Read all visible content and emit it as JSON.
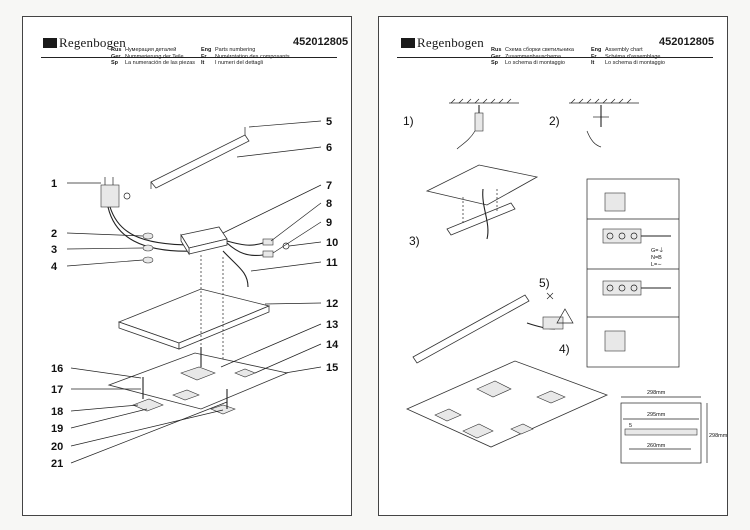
{
  "left_page": {
    "brand": "Regenbogen",
    "article": "452012805",
    "languages_left": [
      {
        "code": "Rus",
        "text": "Нумерация деталей"
      },
      {
        "code": "Ger",
        "text": "Nummerierung der Teile"
      },
      {
        "code": "Sp",
        "text": "La numeración de las piezas"
      }
    ],
    "languages_right": [
      {
        "code": "Eng",
        "text": "Parts numbering"
      },
      {
        "code": "Fr",
        "text": "Numérotation des composants"
      },
      {
        "code": "It",
        "text": "I numeri del dettagli"
      }
    ],
    "part_numbers": [
      "1",
      "2",
      "3",
      "4",
      "5",
      "6",
      "7",
      "8",
      "9",
      "10",
      "11",
      "12",
      "13",
      "14",
      "15",
      "16",
      "17",
      "18",
      "19",
      "20",
      "21"
    ]
  },
  "right_page": {
    "brand": "Regenbogen",
    "article": "452012805",
    "languages_left": [
      {
        "code": "Rus",
        "text": "Схема сборки светильника"
      },
      {
        "code": "Ger",
        "text": "Zusammenbauschema"
      },
      {
        "code": "Sp",
        "text": "Lo schema di montaggio"
      }
    ],
    "languages_right": [
      {
        "code": "Eng",
        "text": "Assembly chart"
      },
      {
        "code": "Fr",
        "text": "Schéma d'assemblage"
      },
      {
        "code": "It",
        "text": "Lo schema di montaggio"
      }
    ],
    "steps": [
      "1)",
      "2)",
      "3)",
      "4)",
      "5)"
    ],
    "wiring_labels": [
      "G=⏚",
      "N=B",
      "L=∼"
    ],
    "dimensions": {
      "width_total": "298mm",
      "width_inner": "295mm",
      "height": "298mm",
      "mount_spacing": "260mm",
      "offset": "5"
    }
  },
  "colors": {
    "line": "#222222",
    "paper": "#ffffff",
    "background": "#f7f7f5"
  }
}
